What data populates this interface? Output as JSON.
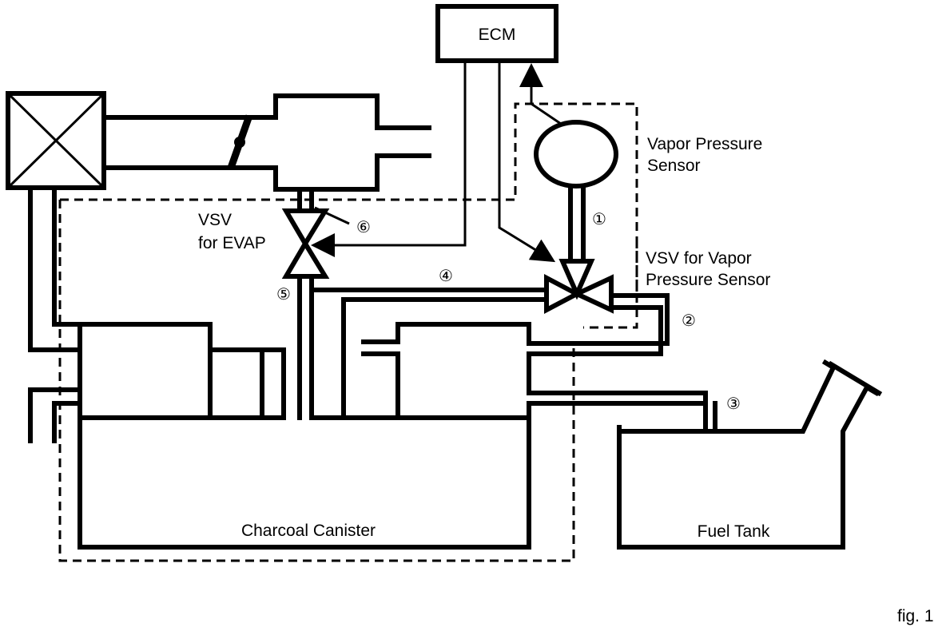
{
  "labels": {
    "ecm": "ECM",
    "vapor_pressure_sensor_line1": "Vapor Pressure",
    "vapor_pressure_sensor_line2": "Sensor",
    "vsv_evap_line1": "VSV",
    "vsv_evap_line2": "for EVAP",
    "vsv_vapor_line1": "VSV for Vapor",
    "vsv_vapor_line2": "Pressure Sensor",
    "charcoal_canister": "Charcoal Canister",
    "fuel_tank": "Fuel Tank",
    "figure": "fig. 1"
  },
  "callouts": {
    "n1": "①",
    "n2": "②",
    "n3": "③",
    "n4": "④",
    "n5": "⑤",
    "n6": "⑥"
  }
}
